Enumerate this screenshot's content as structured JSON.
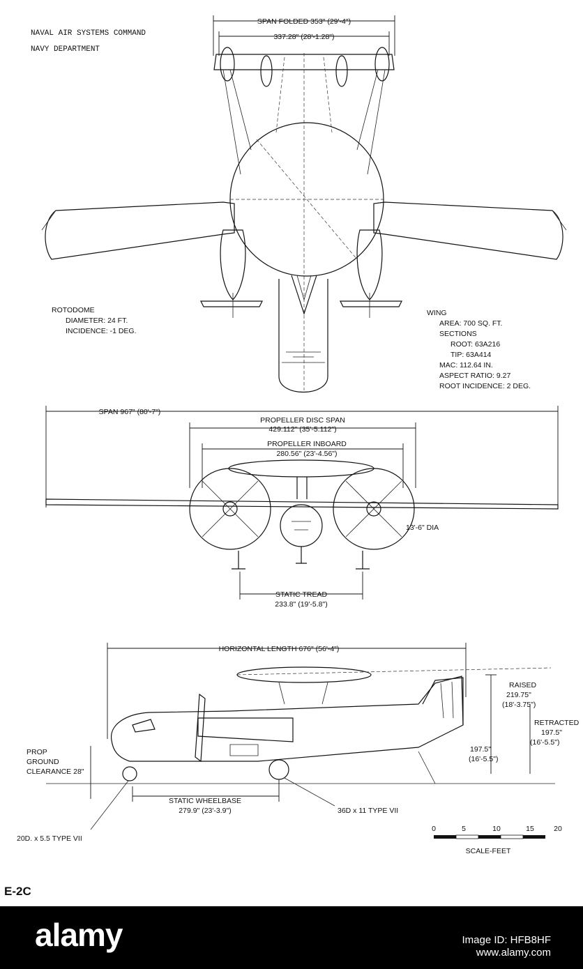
{
  "header": {
    "line1": "NAVAL AIR SYSTEMS COMMAND",
    "line2": "NAVY DEPARTMENT"
  },
  "top_view": {
    "span_folded": "SPAN FOLDED 353\" (29'-4\")",
    "span_folded_inner": "337.28\" (28'-1.28\")",
    "rotodome_title": "ROTODOME",
    "rotodome_diameter": "DIAMETER: 24 FT.",
    "rotodome_incidence": "INCIDENCE: -1 DEG.",
    "wing_title": "WING",
    "wing_area": "AREA: 700 SQ. FT.",
    "wing_sections": "SECTIONS",
    "wing_root": "ROOT: 63A216",
    "wing_tip": "TIP: 63A414",
    "wing_mac": "MAC: 112.64 IN.",
    "wing_aspect": "ASPECT RATIO: 9.27",
    "wing_root_incidence": "ROOT INCIDENCE: 2 DEG."
  },
  "front_view": {
    "span": "SPAN 967\" (80'-7\")",
    "prop_disc_span_1": "PROPELLER DISC SPAN",
    "prop_disc_span_2": "429.112\" (35'-5.112\")",
    "prop_inboard_1": "PROPELLER INBOARD",
    "prop_inboard_2": "280.56\" (23'-4.56\")",
    "prop_dia": "13'-6\" DIA",
    "static_tread_1": "STATIC TREAD",
    "static_tread_2": "233.8\" (19'-5.8\")"
  },
  "side_view": {
    "horizontal_length": "HORIZONTAL LENGTH 676\" (56'-4\")",
    "raised_1": "RAISED",
    "raised_2": "219.75\"",
    "raised_3": "(18'-3.75\")",
    "retracted_1": "RETRACTED",
    "retracted_2": "197.5\"",
    "retracted_3": "(16'-5.5\")",
    "height_1": "197.5\"",
    "height_2": "(16'-5.5\")",
    "prop_clearance_1": "PROP",
    "prop_clearance_2": "GROUND",
    "prop_clearance_3": "CLEARANCE 28\"",
    "wheelbase_1": "STATIC WHEELBASE",
    "wheelbase_2": "279.9\" (23'-3.9\")",
    "main_tire": "36D x 11 TYPE VII",
    "nose_tire": "20D. x 5.5 TYPE VII"
  },
  "scale": {
    "ticks": [
      "0",
      "5",
      "10",
      "15",
      "20"
    ],
    "label": "SCALE-FEET"
  },
  "model": "E-2C",
  "watermark": {
    "brand": "alamy",
    "image_id": "Image ID: HFB8HF",
    "site": "www.alamy.com"
  }
}
